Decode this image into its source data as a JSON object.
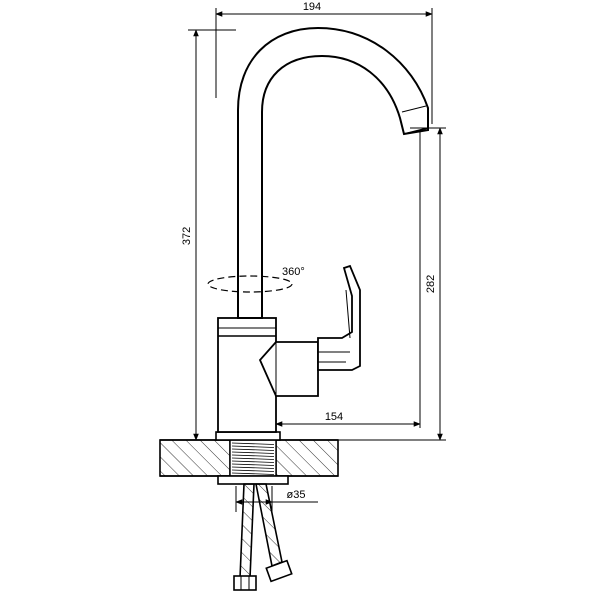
{
  "dimensions": {
    "spout_reach": "194",
    "total_height": "372",
    "spout_height": "282",
    "base_to_spout": "154",
    "rotation": "360°",
    "thread_diameter": "ø35"
  }
}
